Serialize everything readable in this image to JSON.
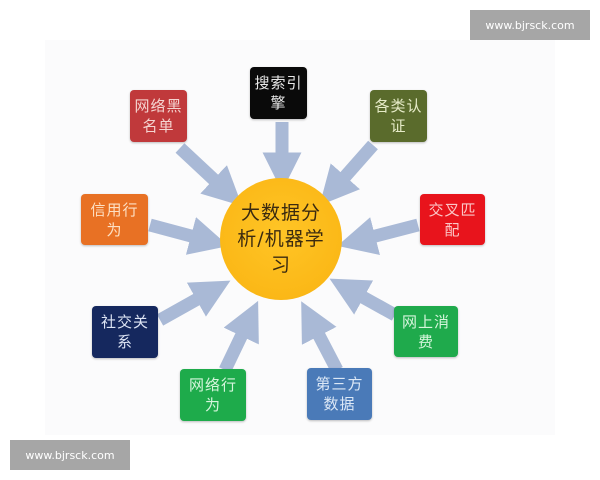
{
  "watermarks": {
    "top_right": "www.bjrsck.com",
    "bottom_left": "www.bjrsck.com"
  },
  "diagram": {
    "center": {
      "label": "大数据分析/机器学习",
      "color": "#fbb817"
    },
    "arrow_color": "#a9b9d6",
    "nodes": [
      {
        "id": "search-engine",
        "label": "搜索引擎",
        "color": "#0a0a0a",
        "text_color": "#e8e8e8"
      },
      {
        "id": "network-blacklist",
        "label": "网络黑名单",
        "color": "#c0393b",
        "text_color": "#f4d4d0"
      },
      {
        "id": "certifications",
        "label": "各类认证",
        "color": "#5a6b2c",
        "text_color": "#e6ebc8"
      },
      {
        "id": "credit-behavior",
        "label": "信用行为",
        "color": "#e87124",
        "text_color": "#fde0c4"
      },
      {
        "id": "cross-matching",
        "label": "交叉匹配",
        "color": "#e8141c",
        "text_color": "#fbc6c6"
      },
      {
        "id": "social-relations",
        "label": "社交关系",
        "color": "#15285e",
        "text_color": "#dde4f4"
      },
      {
        "id": "online-consumption",
        "label": "网上消费",
        "color": "#1faa4c",
        "text_color": "#d6f5dc"
      },
      {
        "id": "network-behavior",
        "label": "网络行为",
        "color": "#1eab4b",
        "text_color": "#d6f5dc"
      },
      {
        "id": "third-party-data",
        "label": "第三方数据",
        "color": "#4a7ab8",
        "text_color": "#dce8f6"
      }
    ]
  }
}
